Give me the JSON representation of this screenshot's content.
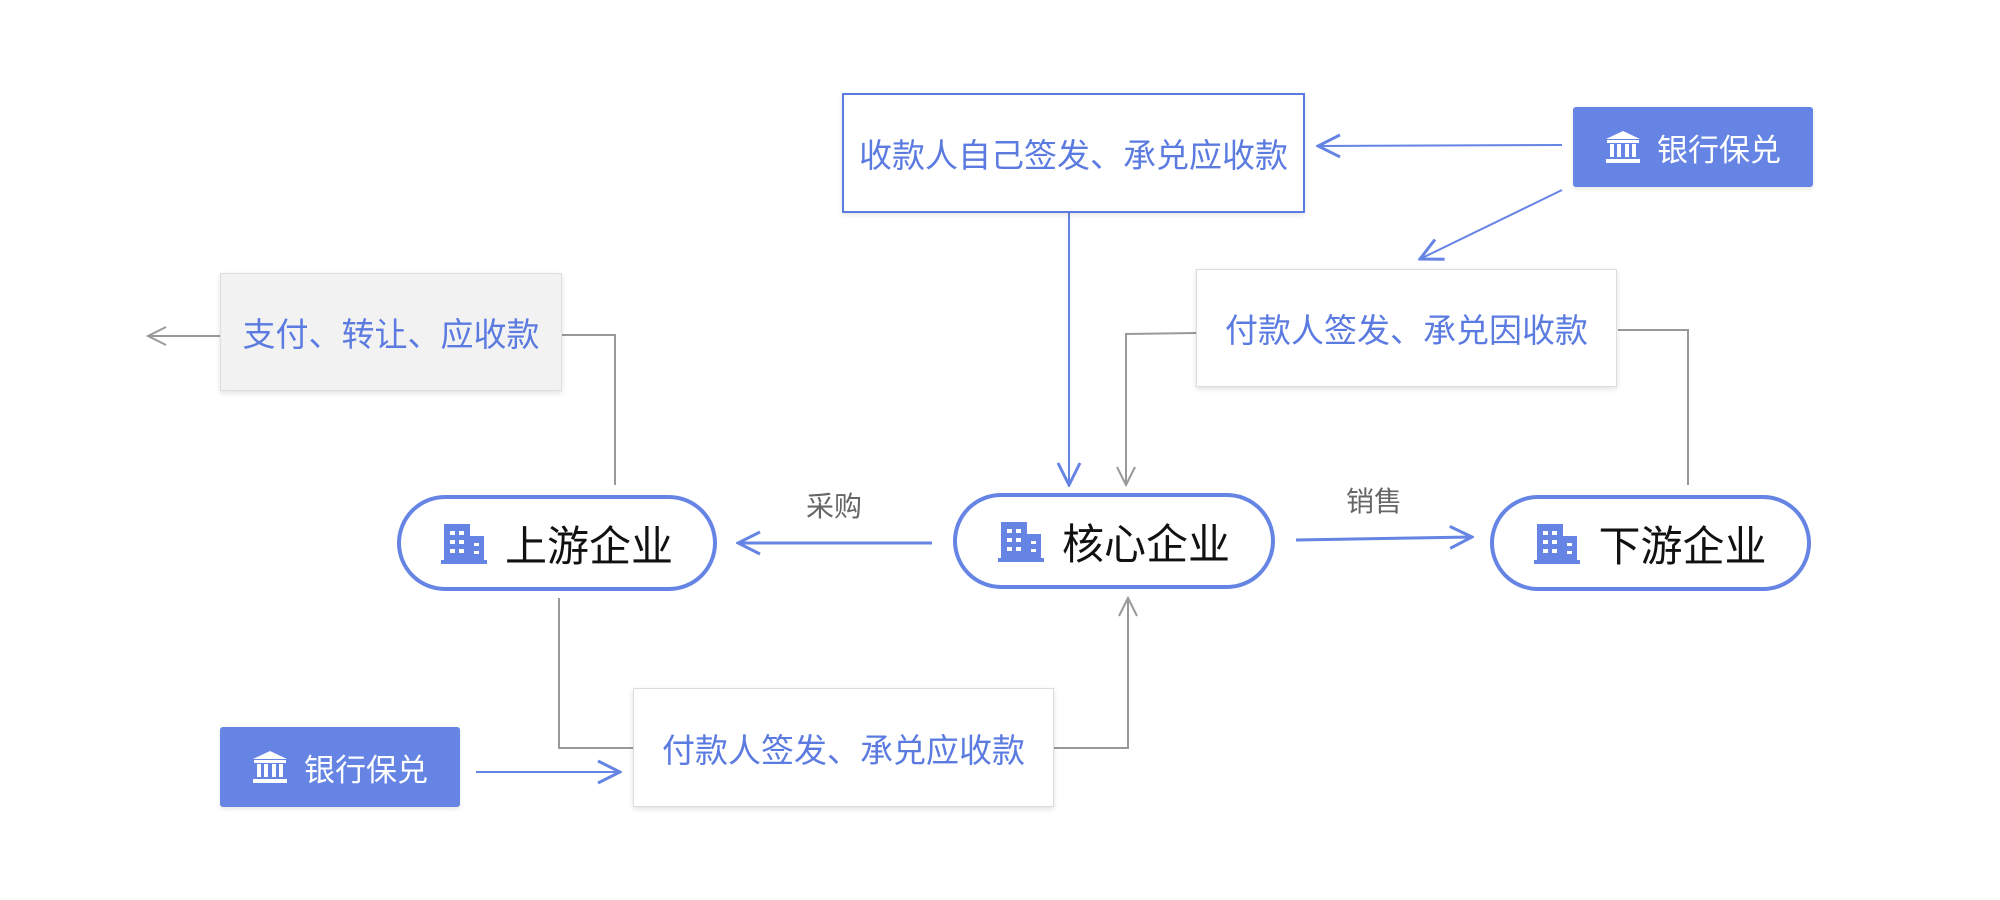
{
  "colors": {
    "accent": "#6584e4",
    "box_text": "#5b7be0",
    "line_grey": "#999999",
    "label_grey": "#666666"
  },
  "nodes": {
    "upstream": {
      "label": "上游企业",
      "icon": "building-icon"
    },
    "core": {
      "label": "核心企业",
      "icon": "building-icon"
    },
    "downstream": {
      "label": "下游企业",
      "icon": "building-icon"
    }
  },
  "boxes": {
    "payee_self_issue": "收款人自己签发、承兑应收款",
    "payer_issue_top": "付款人签发、承兑因收款",
    "pay_transfer": "支付、转让、应收款",
    "payer_issue_bottom": "付款人签发、承兑应收款"
  },
  "banks": {
    "top": {
      "label": "银行保兑",
      "icon": "bank-icon"
    },
    "bottom": {
      "label": "银行保兑",
      "icon": "bank-icon"
    }
  },
  "edge_labels": {
    "purchase": "采购",
    "sales": "销售"
  }
}
